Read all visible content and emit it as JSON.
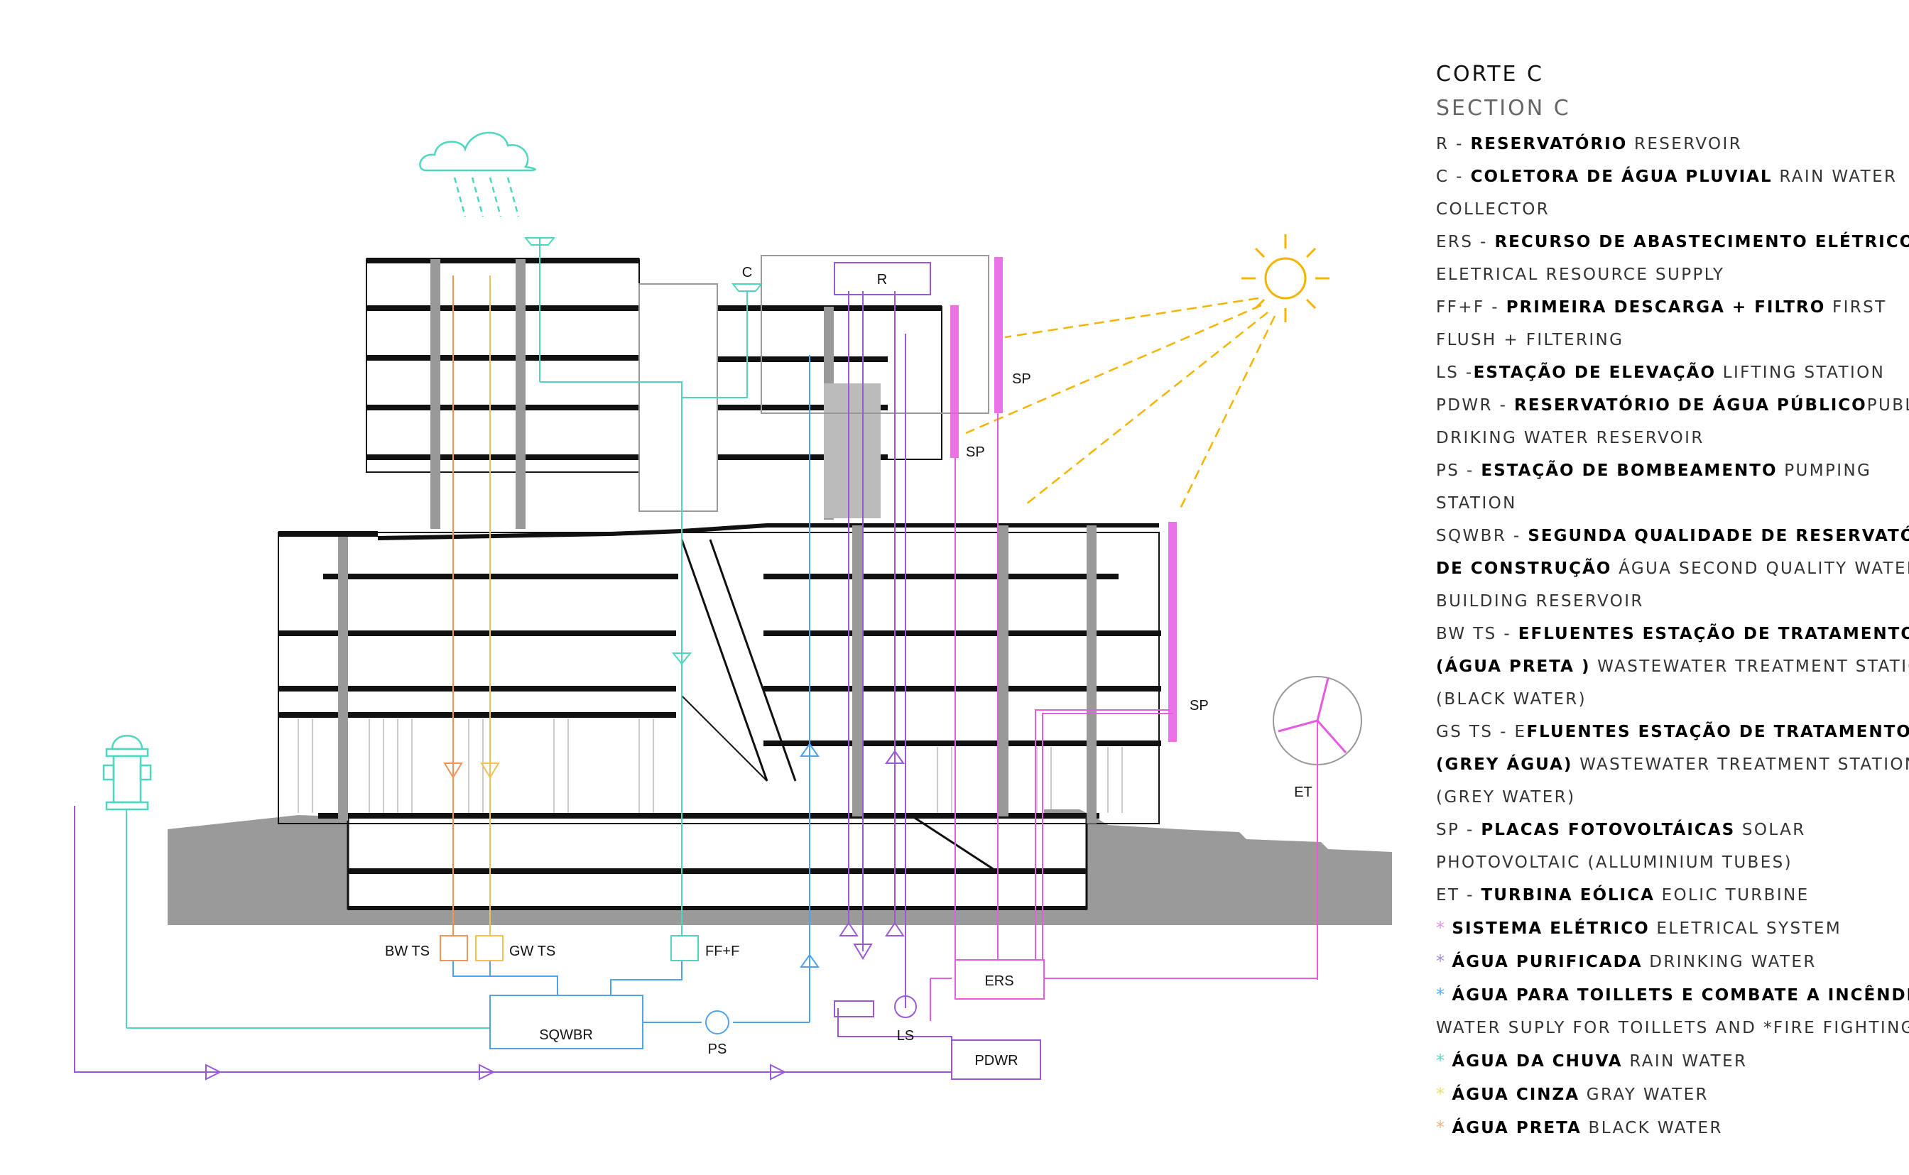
{
  "legend": {
    "title": "CORTE C",
    "subtitle": "SECTION C",
    "entries": [
      {
        "code": "R - ",
        "pt": "RESERVATÓRIO",
        "en": " RESERVOIR",
        "cont": ""
      },
      {
        "code": "C - ",
        "pt": "COLETORA DE ÁGUA PLUVIAL",
        "en": " RAIN WATER",
        "cont": "COLLECTOR"
      },
      {
        "code": "ERS - ",
        "pt": "RECURSO DE ABASTECIMENTO ELÉTRICO",
        "en": "",
        "cont": "ELETRICAL RESOURCE SUPPLY"
      },
      {
        "code": "FF+F - ",
        "pt": "PRIMEIRA DESCARGA + FILTRO",
        "en": " FIRST",
        "cont": "FLUSH + FILTERING"
      },
      {
        "code": "LS -",
        "pt": "ESTAÇÃO DE ELEVAÇÃO",
        "en": " LIFTING STATION",
        "cont": ""
      },
      {
        "code": "PDWR - ",
        "pt": "RESERVATÓRIO DE ÁGUA PÚBLICO",
        "en": "PUBLIC",
        "cont": "DRIKING WATER RESERVOIR"
      },
      {
        "code": "PS - ",
        "pt": "ESTAÇÃO DE BOMBEAMENTO",
        "en": " PUMPING",
        "cont": "STATION"
      },
      {
        "code": "SQWBR - ",
        "pt": "SEGUNDA QUALIDADE DE RESERVATÓRIO",
        "en": "",
        "cont": ""
      },
      {
        "code": "",
        "pt": "DE CONSTRUÇÃO",
        "en": " ÁGUA SECOND QUALITY WATER",
        "cont": "BUILDING RESERVOIR"
      },
      {
        "code": "BW TS - ",
        "pt": "EFLUENTES ESTAÇÃO DE TRATAMENTO",
        "en": "",
        "cont": ""
      },
      {
        "code": "",
        "pt": "(ÁGUA PRETA )",
        "en": " WASTEWATER TREATMENT STATION",
        "cont": "(BLACK WATER)"
      },
      {
        "code": "GS TS - E",
        "pt": "FLUENTES ESTAÇÃO DE TRATAMENTO",
        "en": "",
        "cont": ""
      },
      {
        "code": "",
        "pt": "(GREY ÁGUA)",
        "en": " WASTEWATER TREATMENT STATION",
        "cont": "(GREY WATER)"
      },
      {
        "code": "SP - ",
        "pt": "PLACAS FOTOVOLTÁICAS",
        "en": " SOLAR",
        "cont": "PHOTOVOLTAIC (ALLUMINIUM TUBES)"
      },
      {
        "code": "ET - ",
        "pt": "TURBINA EÓLICA",
        "en": " EOLIC TURBINE",
        "cont": ""
      }
    ],
    "systems": [
      {
        "star": "*",
        "color": "#e592e5",
        "pt": "SISTEMA ELÉTRICO",
        "en": " ELETRICAL SYSTEM",
        "cont": ""
      },
      {
        "star": "*",
        "color": "#a98bd8",
        "pt": "ÁGUA PURIFICADA",
        "en": " DRINKING WATER",
        "cont": ""
      },
      {
        "star": "*",
        "color": "#5aa8ea",
        "pt": "ÁGUA PARA TOILLETS E COMBATE A INCÊNDIO",
        "en": "",
        "cont": "WATER SUPLY FOR TOILLETS AND *FIRE FIGHTING"
      },
      {
        "star": "*",
        "color": "#55d8c0",
        "pt": "ÁGUA DA CHUVA",
        "en": " RAIN WATER",
        "cont": ""
      },
      {
        "star": "*",
        "color": "#e6e26a",
        "pt": "ÁGUA CINZA",
        "en": " GRAY WATER",
        "cont": ""
      },
      {
        "star": "*",
        "color": "#f2b07a",
        "pt": "ÁGUA PRETA",
        "en": " BLACK WATER",
        "cont": ""
      }
    ]
  },
  "labels": {
    "r": "R",
    "c": "C",
    "sp": "SP",
    "et": "ET",
    "bwts": "BW TS",
    "gwts": "GW TS",
    "fff": "FF+F",
    "sqwbr": "SQWBR",
    "ps": "PS",
    "ls": "LS",
    "ers": "ERS",
    "pdwr": "PDWR"
  },
  "colors": {
    "rain": "#4fd6bf",
    "grey": "#f2c14f",
    "black": "#f0935a",
    "supply": "#4fa3ec",
    "drinking": "#9a57d6",
    "electric": "#e65ce0",
    "sun": "#f5b400",
    "ground": "#9a9a9a"
  }
}
